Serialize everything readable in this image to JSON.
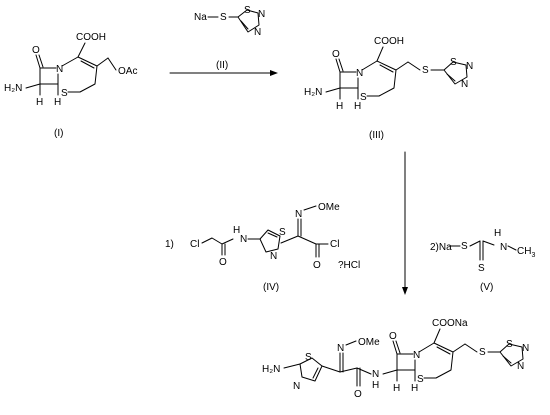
{
  "reagent_ii": {
    "na": "Na",
    "s": "S",
    "ring_s": "S",
    "ring_n1": "N",
    "ring_n2": "N",
    "tag": "(II)"
  },
  "compound_i": {
    "cooh": "COOH",
    "oac": "OAc",
    "o": "O",
    "n": "N",
    "s": "S",
    "h2n": "H₂N",
    "h1": "H",
    "h2": "H",
    "tag": "(I)"
  },
  "compound_iii": {
    "cooh": "COOH",
    "o": "O",
    "n": "N",
    "s": "S",
    "link_s": "S",
    "ring_s": "S",
    "ring_n1": "N",
    "ring_n2": "N",
    "h2n": "H₂N",
    "h1": "H",
    "h2": "H",
    "tag": "(III)"
  },
  "reagent_iv": {
    "step": "1)",
    "cl1": "Cl",
    "o1": "O",
    "nh": "H",
    "n_label": "N",
    "s": "S",
    "ring_n": "N",
    "n_oxime": "N",
    "ome": "OMe",
    "o2": "O",
    "cl2": "Cl",
    "hcl": "?HCl",
    "tag": "(IV)"
  },
  "reagent_v": {
    "step_na": "2)Na",
    "s1": "S",
    "s2": "S",
    "nh": "H",
    "n_label": "N",
    "ch3": "CH",
    "ch3_sub": "3",
    "tag": "(V)"
  },
  "product": {
    "coona": "COONa",
    "o": "O",
    "n": "N",
    "s": "S",
    "link_s": "S",
    "ring_s": "S",
    "ring_n1": "N",
    "ring_n2": "N",
    "h2n": "H₂N",
    "thz_s": "S",
    "thz_n": "N",
    "n_oxime": "N",
    "ome": "OMe",
    "o_amide": "O",
    "nh": "H",
    "n_amide": "N",
    "h1": "H",
    "h2": "H"
  }
}
